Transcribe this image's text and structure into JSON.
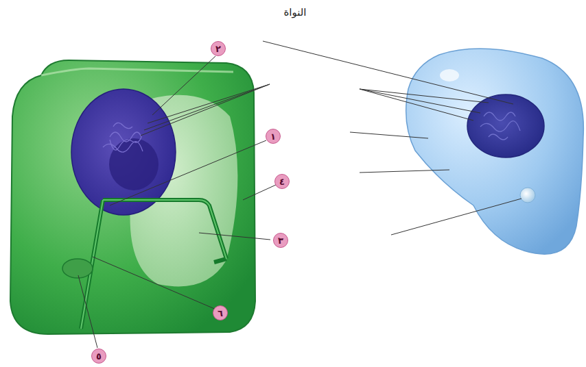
{
  "diagram": {
    "labels": [
      "النواة",
      "٢",
      "١",
      "٤",
      "٣",
      "٦",
      "٥"
    ]
  }
}
